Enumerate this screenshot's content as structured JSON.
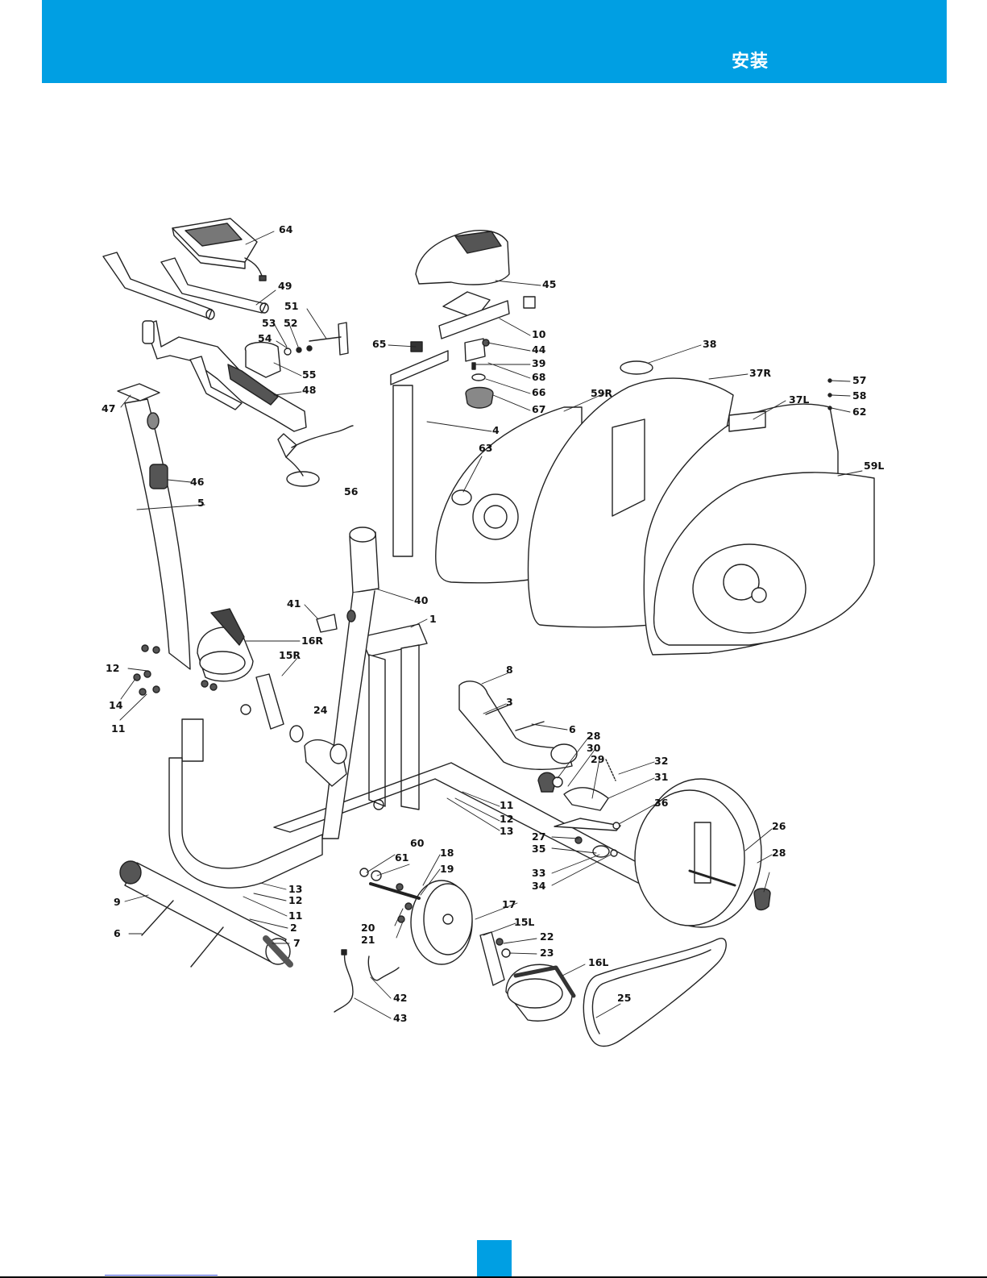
{
  "header": {
    "title": "安装",
    "color": "#009fe3"
  },
  "callouts": {
    "c1": "1",
    "c2": "2",
    "c3": "3",
    "c4": "4",
    "c5": "5",
    "c6a": "6",
    "c6b": "6",
    "c7": "7",
    "c8": "8",
    "c9": "9",
    "c10": "10",
    "c11a": "11",
    "c11b": "11",
    "c11c": "11",
    "c12a": "12",
    "c12b": "12",
    "c12c": "12",
    "c13a": "13",
    "c13b": "13",
    "c14": "14",
    "c15L": "15L",
    "c15R": "15R",
    "c16L": "16L",
    "c16R": "16R",
    "c17": "17",
    "c18": "18",
    "c19": "19",
    "c20": "20",
    "c21": "21",
    "c22": "22",
    "c23": "23",
    "c24": "24",
    "c25": "25",
    "c26": "26",
    "c27": "27",
    "c28a": "28",
    "c28b": "28",
    "c29": "29",
    "c30": "30",
    "c31": "31",
    "c32": "32",
    "c33": "33",
    "c34": "34",
    "c35": "35",
    "c36": "36",
    "c37L": "37L",
    "c37R": "37R",
    "c38": "38",
    "c39": "39",
    "c40": "40",
    "c41": "41",
    "c42": "42",
    "c43": "43",
    "c44": "44",
    "c45": "45",
    "c46": "46",
    "c47": "47",
    "c48": "48",
    "c49": "49",
    "c51": "51",
    "c52": "52",
    "c53": "53",
    "c54": "54",
    "c55": "55",
    "c56": "56",
    "c57": "57",
    "c58": "58",
    "c59L": "59L",
    "c59R": "59R",
    "c60": "60",
    "c61": "61",
    "c62": "62",
    "c63": "63",
    "c64": "64",
    "c65": "65",
    "c66": "66",
    "c67": "67",
    "c68": "68"
  }
}
